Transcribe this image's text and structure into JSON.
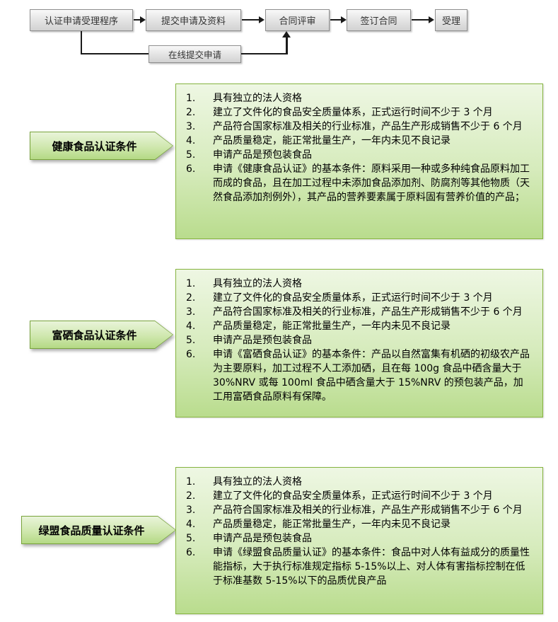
{
  "flowchart": {
    "steps": [
      {
        "label": "认证申请受理程序"
      },
      {
        "label": "提交申请及资料"
      },
      {
        "label": "合同评审"
      },
      {
        "label": "签订合同"
      },
      {
        "label": "受理"
      }
    ],
    "online_step": {
      "label": "在线提交申请"
    }
  },
  "sections": [
    {
      "title": "健康食品认证条件",
      "items": [
        {
          "num": "1.",
          "text": "具有独立的法人资格"
        },
        {
          "num": "2.",
          "text": "建立了文件化的食品安全质量体系，正式运行时间不少于 3 个月"
        },
        {
          "num": "3.",
          "text": "产品符合国家标准及相关的行业标准，产品生产形成销售不少于 6 个月"
        },
        {
          "num": "4.",
          "text": "产品质量稳定，能正常批量生产，一年内未见不良记录"
        },
        {
          "num": "5.",
          "text": "申请产品是预包装食品"
        },
        {
          "num": "6.",
          "text": "申请《健康食品认证》的基本条件：原料采用一种或多种纯食品原料加工而成的食品，且在加工过程中未添加食品添加剂、防腐剂等其他物质（天然食品添加剂例外），其产品的营养要素属于原料固有营养价值的产品；"
        }
      ]
    },
    {
      "title": "富硒食品认证条件",
      "items": [
        {
          "num": "1.",
          "text": "具有独立的法人资格"
        },
        {
          "num": "2.",
          "text": "建立了文件化的食品安全质量体系，正式运行时间不少于 3 个月"
        },
        {
          "num": "3.",
          "text": "产品符合国家标准及相关的行业标准，产品生产形成销售不少于 6 个月"
        },
        {
          "num": "4.",
          "text": "产品质量稳定，能正常批量生产，一年内未见不良记录"
        },
        {
          "num": "5.",
          "text": "申请产品是预包装食品"
        },
        {
          "num": "6.",
          "text": "申请《富硒食品认证》的基本条件：产品以自然富集有机硒的初级农产品为主要原料，加工过程不人工添加硒，且在每 100g 食品中硒含量大于 30%NRV 或每 100ml 食品中硒含量大于 15%NRV 的预包装产品，加工用富硒食品原料有保障。"
        }
      ]
    },
    {
      "title": "绿盟食品质量认证条件",
      "items": [
        {
          "num": "1.",
          "text": "具有独立的法人资格"
        },
        {
          "num": "2.",
          "text": "建立了文件化的食品安全质量体系，正式运行时间不少于 3 个月"
        },
        {
          "num": "3.",
          "text": "产品符合国家标准及相关的行业标准，产品生产形成销售不少于 6 个月"
        },
        {
          "num": "4.",
          "text": "产品质量稳定，能正常批量生产，一年内未见不良记录"
        },
        {
          "num": "5.",
          "text": "申请产品是预包装食品"
        },
        {
          "num": "6.",
          "text": "申请《绿盟食品质量认证》的基本条件：食品中对人体有益成分的质量性能指标，大于执行标准规定指标 5-15%以上、对人体有害指标控制在低于标准基数 5-15%以下的品质优良产品"
        }
      ]
    }
  ],
  "colors": {
    "accent_green_border": "#86b440",
    "green_fill_top": "#eef7e3",
    "green_fill_bottom": "#b9dc8d",
    "flow_box_fill": "#e6e6e6",
    "flow_box_border": "#8f8f8f",
    "connector": "#1a1a1a"
  }
}
